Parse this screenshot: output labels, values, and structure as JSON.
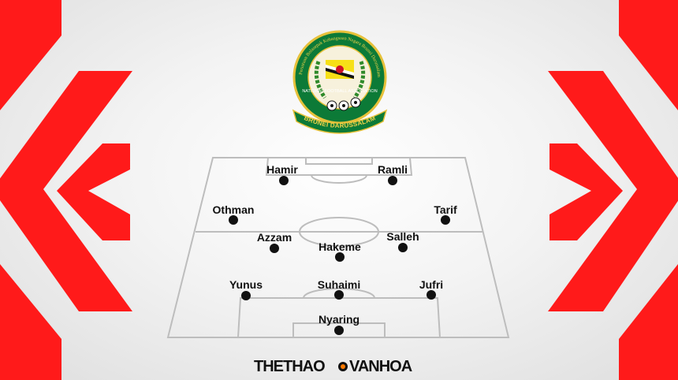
{
  "badge": {
    "arc_text": "Persatuan Bolasepak Kebangsaan Negara Brunei Darussalam",
    "assoc_text": "NATIONAL FOOTBALL ASSOCIATION",
    "country_text": "BRUNEI DARUSSALAM"
  },
  "formation": {
    "players": [
      {
        "name": "Hamir"
      },
      {
        "name": "Ramli"
      },
      {
        "name": "Othman"
      },
      {
        "name": "Tarif"
      },
      {
        "name": "Azzam"
      },
      {
        "name": "Salleh"
      },
      {
        "name": "Hakeme"
      },
      {
        "name": "Yunus"
      },
      {
        "name": "Suhaimi"
      },
      {
        "name": "Jufri"
      },
      {
        "name": "Nyaring"
      }
    ]
  },
  "footer": {
    "brand_part1": "THETHAO",
    "brand_part2": "VANHOA"
  },
  "colors": {
    "accent_red": "#ff1a1a",
    "badge_green": "#0c7a37",
    "badge_gold": "#f3d34a"
  }
}
